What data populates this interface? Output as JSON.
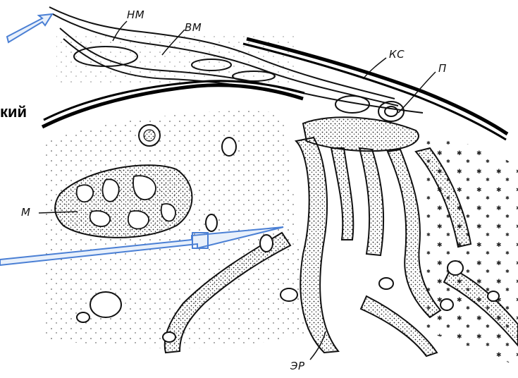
{
  "figure": {
    "labels": {
      "nm": "НМ",
      "vm": "ВМ",
      "ks": "КС",
      "p": "П",
      "m": "М",
      "er": "ЭР"
    },
    "fragment_text": "кий"
  },
  "colors": {
    "ink": "#111111",
    "callout_arrow": "#4a7fd4",
    "callout_fill": "#e8f0fb"
  }
}
